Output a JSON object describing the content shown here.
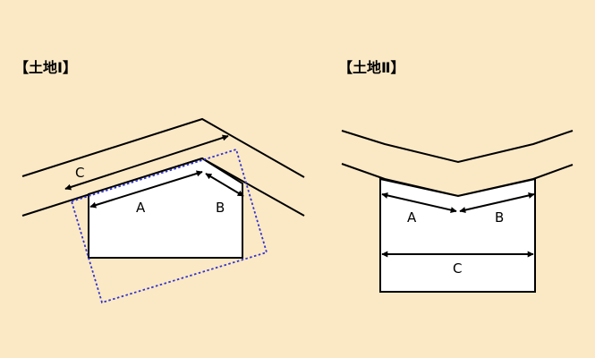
{
  "land1": {
    "title": "【土地Ⅰ】",
    "label_a": "A",
    "label_b": "B",
    "label_c": "C"
  },
  "land2": {
    "title": "【土地Ⅱ】",
    "label_a": "A",
    "label_b": "B",
    "label_c": "C"
  },
  "colors": {
    "background": "#fbe9c6",
    "lot_fill": "#ffffff",
    "line": "#000000",
    "dotted_rect": "#3333cc"
  }
}
